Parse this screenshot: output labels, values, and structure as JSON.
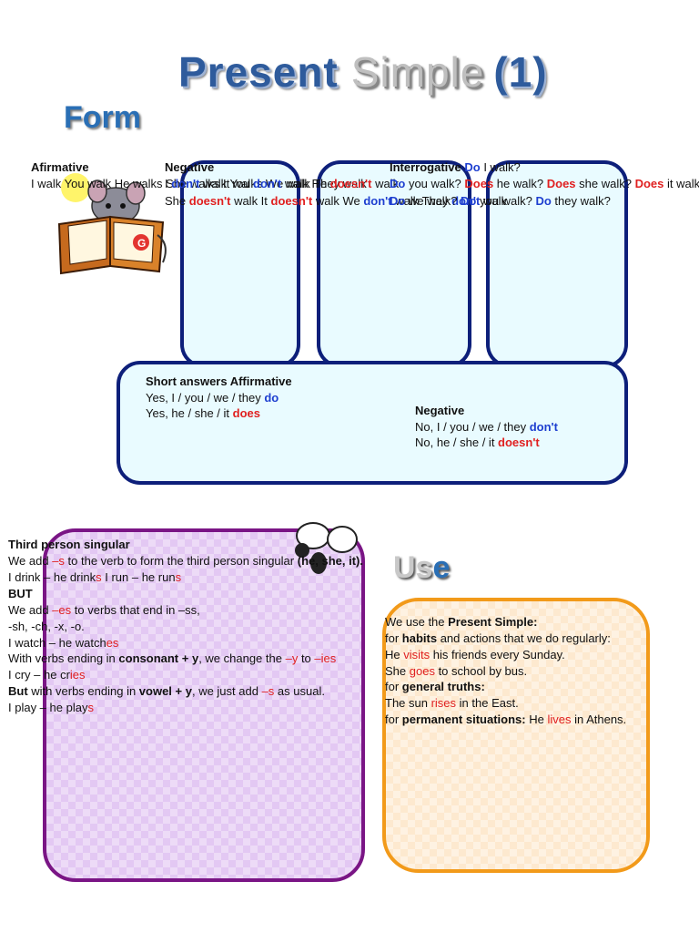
{
  "title": {
    "present": "Present",
    "simple": "Simple",
    "number": "(1)"
  },
  "form_heading": "Form",
  "use_heading": {
    "us": "Us",
    "e": "e"
  },
  "affirmative": {
    "label": "Afirmative",
    "row1": "I walk You walk He walks She walks It walks We walk They walk"
  },
  "negative": {
    "label": "Negative",
    "row1": [
      "I ",
      "don't",
      " walk You ",
      "don't",
      " walk He ",
      "doesn't",
      " walk"
    ],
    "row2": [
      "She ",
      "doesn't",
      " walk It ",
      "doesn't",
      " walk We ",
      "don't",
      " walk They ",
      "don't",
      " walk"
    ]
  },
  "interrogative": {
    "label": "Interrogative",
    "row1": [
      "Do",
      " I walk?"
    ],
    "row2": [
      "Do",
      " you walk? ",
      "Does",
      " he walk? ",
      "Does",
      " she walk? ",
      "Does",
      " it walk?"
    ],
    "row3": [
      "Do",
      " we walk? ",
      "Do",
      " you walk? ",
      "Do",
      " they walk?"
    ]
  },
  "short_answers": {
    "affirmative_label": "Short answers Affirmative",
    "aff1": [
      "Yes, I / you / we / they ",
      "do"
    ],
    "aff2": [
      "Yes, he / she / it ",
      "does"
    ],
    "negative_label": "Negative",
    "neg1": [
      "No, I / you / we / they ",
      "don't"
    ],
    "neg2": [
      "No, he / she / it ",
      "doesn't"
    ]
  },
  "third_person": {
    "heading": "Third person singular",
    "l1": [
      "We add ",
      "–s",
      " to the verb to form the third person singular ",
      "(he, she, it)."
    ],
    "l2": [
      "I drink – he drink",
      "s",
      " I run – he run",
      "s"
    ],
    "l3": "BUT",
    "l4": [
      "We add ",
      "–es",
      " to verbs that end in –ss,"
    ],
    "l5": "-sh, -ch, -x, -o.",
    "l6": [
      "I watch – he watch",
      "es"
    ],
    "l7": [
      "With verbs ending in ",
      "consonant + y",
      ", we change the ",
      "–y",
      " to ",
      "–ies"
    ],
    "l8": [
      "I cry – he cr",
      "ies"
    ],
    "l9": [
      "But",
      " with verbs ending in ",
      "vowel + y",
      ", we just add ",
      "–s",
      " as usual."
    ],
    "l10": [
      "I play – he play",
      "s"
    ]
  },
  "use": {
    "l1": [
      "We use the ",
      "Present Simple:"
    ],
    "l2": [
      "for ",
      "habits",
      " and actions that we do regularly:"
    ],
    "l3": [
      "He ",
      "visits",
      " his friends every Sunday."
    ],
    "l4": [
      "She ",
      "goes",
      " to school by bus."
    ],
    "l5": [
      "for ",
      "general truths:"
    ],
    "l6": [
      "The sun ",
      "rises",
      " in the East."
    ],
    "l7": [
      "for ",
      "permanent situations:",
      " He ",
      "lives",
      " in Athens."
    ]
  },
  "colors": {
    "red": "#e02020",
    "blue": "#1e3fd0",
    "navy_border": "#0d1f7a",
    "purple_border": "#7a1585",
    "orange_border": "#f29a1a"
  },
  "icons": [
    "mouse-reading-book-icon",
    "cartoon-eyes-icon"
  ]
}
